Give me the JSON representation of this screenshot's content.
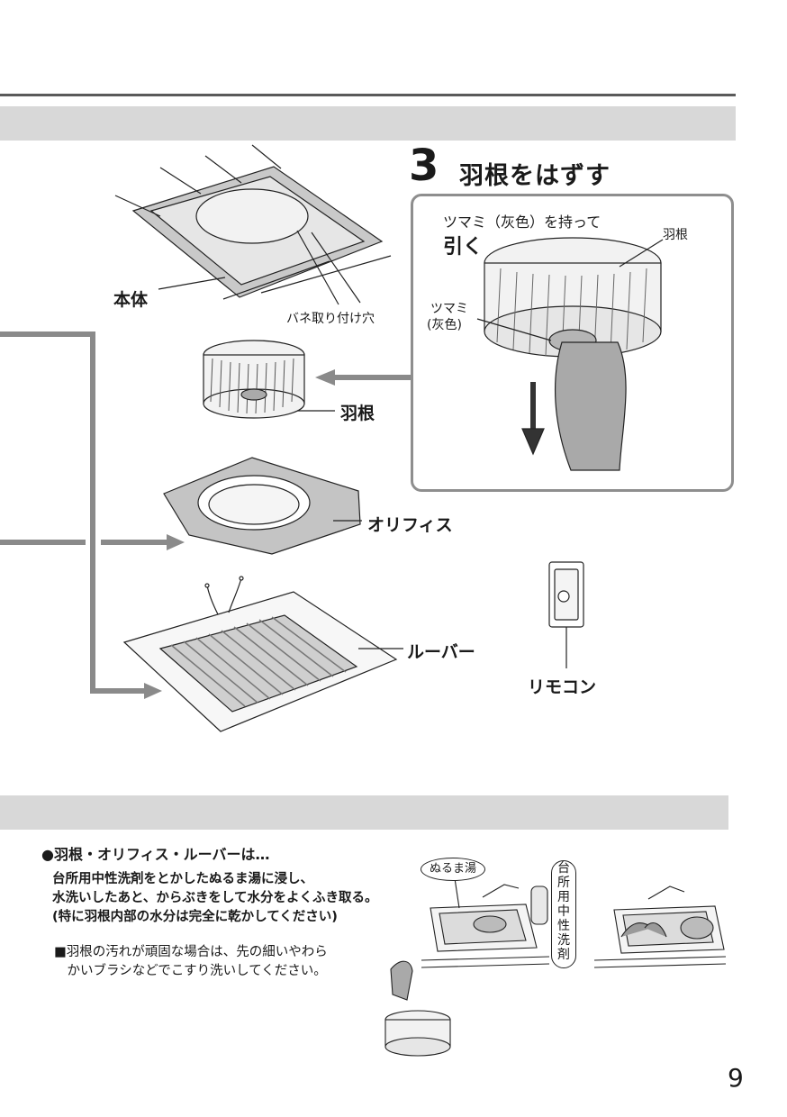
{
  "step": {
    "number": "3",
    "title": "羽根をはずす"
  },
  "callout": {
    "instruction": "ツマミ（灰色）を持って",
    "action": "引く",
    "blade_label": "羽根",
    "knob_label_line1": "ツマミ",
    "knob_label_line2": "(灰色)"
  },
  "parts": {
    "body": "本体",
    "spring_hole": "バネ取り付け穴",
    "blade": "羽根",
    "orifice": "オリフィス",
    "louver": "ルーバー",
    "remote": "リモコン"
  },
  "cleaning": {
    "heading": "●羽根・オリフィス・ルーバーは…",
    "lines": [
      "台所用中性洗剤をとかしたぬるま湯に浸し、",
      "水洗いしたあと、からぶきをして水分をよくふき取る。",
      "(特に羽根内部の水分は完全に乾かしてください)"
    ],
    "note_lines": [
      "■羽根の汚れが頑固な場合は、先の細いやわら",
      "　かいブラシなどでこすり洗いしてください。"
    ],
    "bubble": "ぬるま湯",
    "detergent_chars": [
      "台",
      "所",
      "用",
      "中",
      "性",
      "洗",
      "剤"
    ]
  },
  "page_number": "9"
}
